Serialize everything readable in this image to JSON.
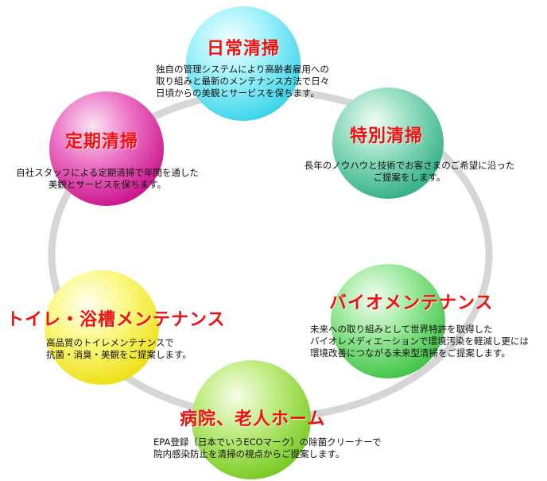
{
  "colors": {
    "title": "#ee1111",
    "ring": "#d6d6d6",
    "text": "#111111"
  },
  "nodes": [
    {
      "title": "日常清掃",
      "lines": [
        "独自の管理システムにより高齢者雇用への",
        "取り組みと最新のメンテナンス方法で日々",
        "日頃からの美観とサービスを保ちます。"
      ],
      "color": "#4fe3f5"
    },
    {
      "title": "特別清掃",
      "lines": [
        "長年のノウハウと技術でお客さまのご希望に沿った",
        "ご提案をします。"
      ],
      "color": "#3fc39a"
    },
    {
      "title": "バイオメンテナンス",
      "lines": [
        "未来への取り組みとして世界特許を取得した",
        "バイオレメディエーションで環境汚染を軽減し更には",
        "環境改善につながる未来型清掃をご提案します。"
      ],
      "color": "#58d65c"
    },
    {
      "title": "病院、老人ホーム",
      "lines": [
        "EPA登録（日本でいうECOマーク）の除菌クリーナーで",
        "院内感染防止を清掃の視点からご提案します。"
      ],
      "color": "#8cdc2e"
    },
    {
      "title": "トイレ・浴槽メンテナンス",
      "lines": [
        "高品質のトイレメンテナンスで",
        "抗菌・消臭・美観をご提案します。"
      ],
      "color": "#f6f01c"
    },
    {
      "title": "定期清掃",
      "lines": [
        "自社スタッフによる定期清掃で年間を通した",
        "美観とサービスを保ちます。"
      ],
      "color": "#e0179e"
    }
  ]
}
